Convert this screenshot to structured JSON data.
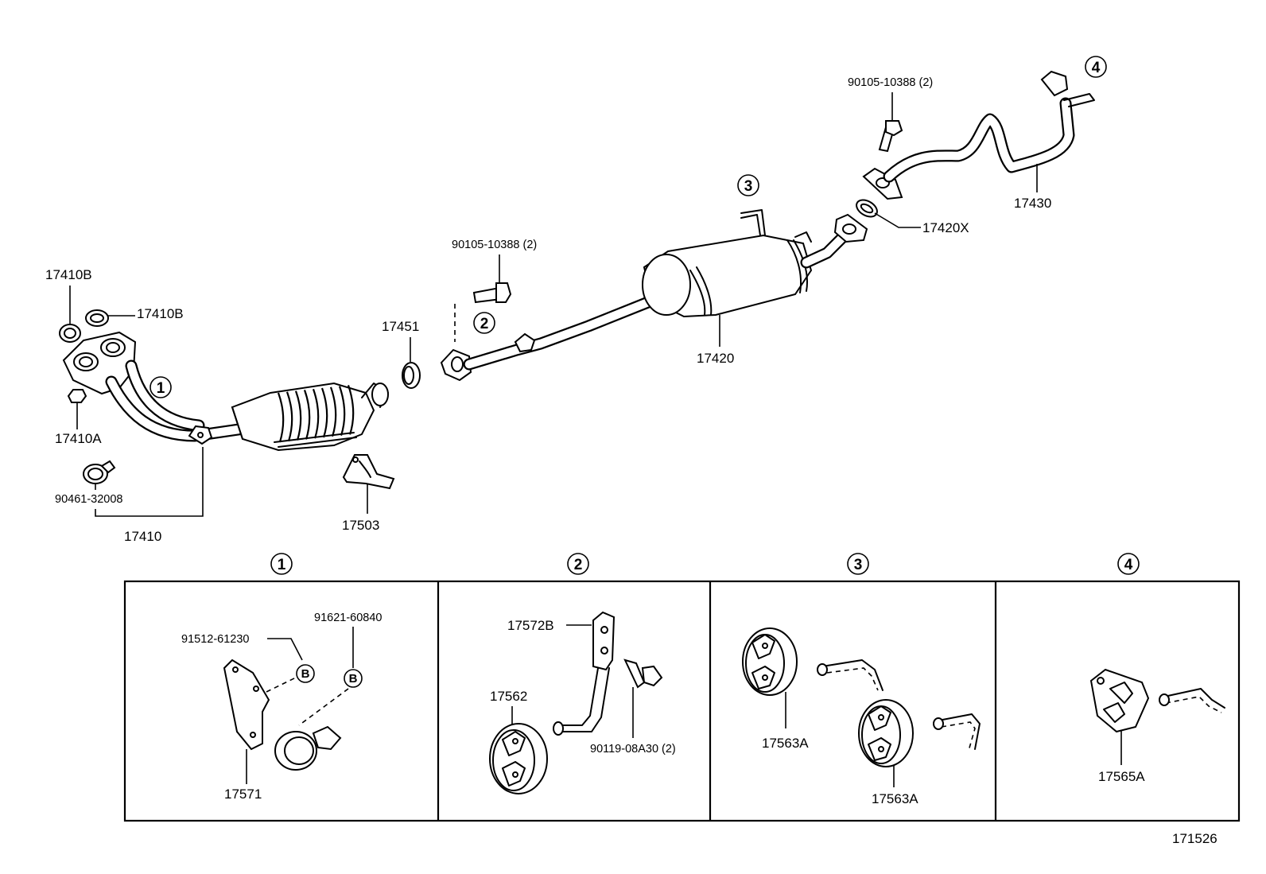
{
  "labels": {
    "p17410B_a": "17410B",
    "p17410B_b": "17410B",
    "p17410A": "17410A",
    "p90461": "90461-32008",
    "p17410": "17410",
    "p17451": "17451",
    "p17503": "17503",
    "p90105_a": "90105-10388 (2)",
    "p17420": "17420",
    "p90105_b": "90105-10388 (2)",
    "p17420X": "17420X",
    "p17430": "17430",
    "p91512": "91512-61230",
    "p91621": "91621-60840",
    "p17571": "17571",
    "p17572B": "17572B",
    "p17562": "17562",
    "p90119": "90119-08A30 (2)",
    "p17563A_a": "17563A",
    "p17563A_b": "17563A",
    "p17565A": "17565A",
    "diagram_code": "171526"
  },
  "callouts": {
    "c1": "1",
    "c2": "2",
    "c3": "3",
    "c4": "4",
    "b1": "B",
    "b2": "B"
  },
  "sections": {
    "s1": "1",
    "s2": "2",
    "s3": "3",
    "s4": "4"
  }
}
